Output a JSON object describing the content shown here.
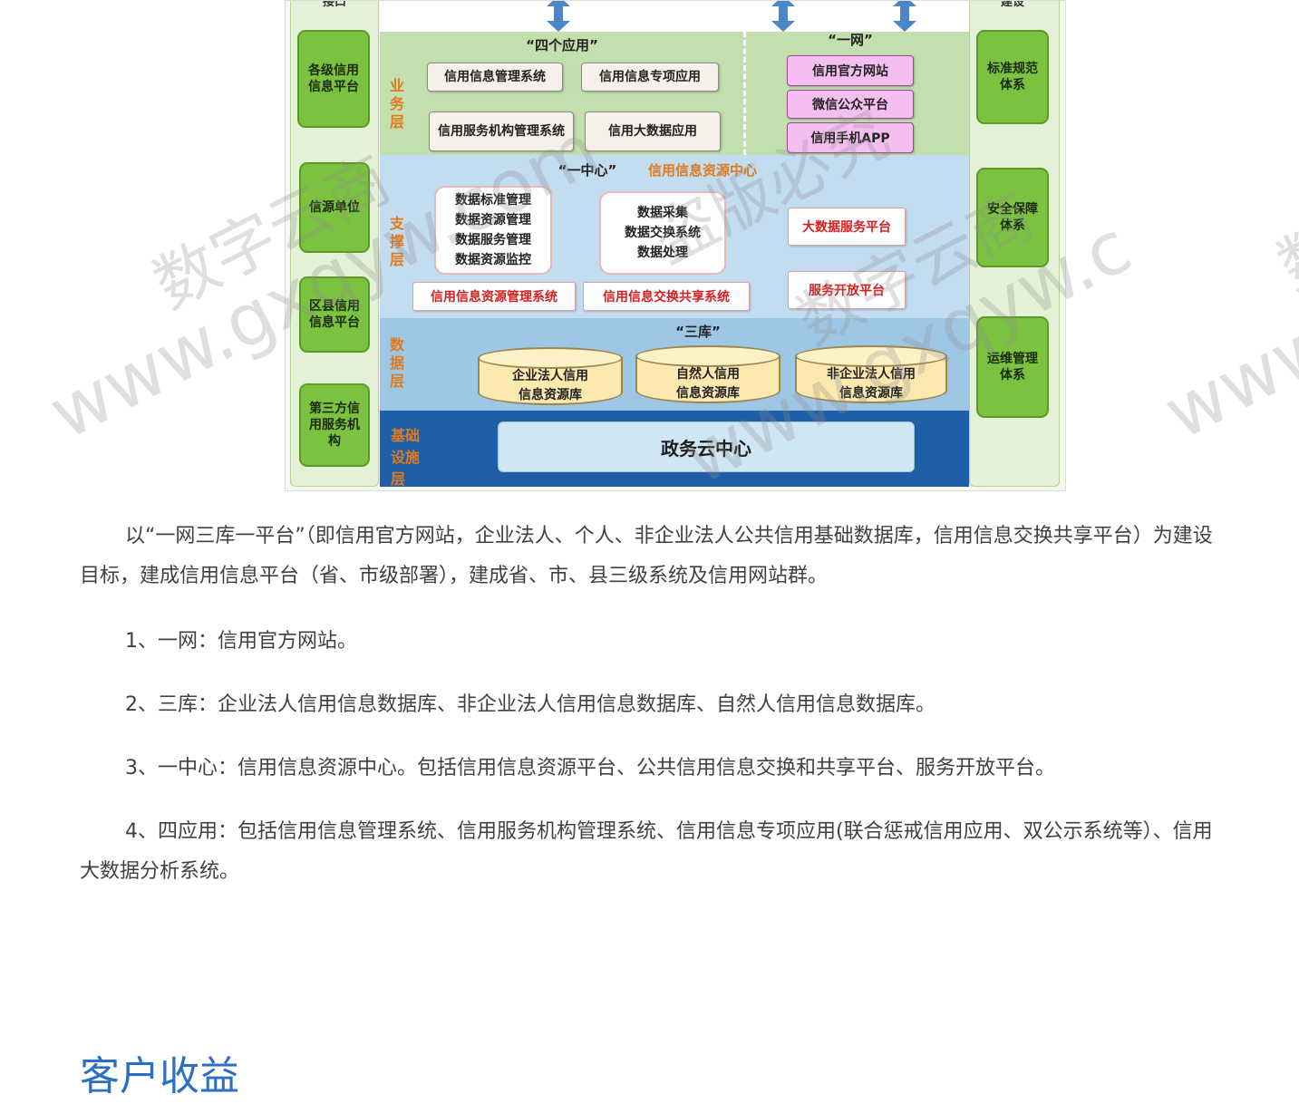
{
  "diagram": {
    "left_col": {
      "top_partial": "接口",
      "boxes": [
        "各级信用信息平台",
        "信源单位",
        "区县信用信息平台",
        "第三方信用服务机构"
      ]
    },
    "right_col": {
      "top_partial": "建设",
      "boxes": [
        "标准规范体系",
        "安全保障体系",
        "运维管理体系"
      ]
    },
    "business": {
      "layer_label": "业务层",
      "apps_title": "“四个应用”",
      "apps": [
        "信用信息管理系统",
        "信用信息专项应用",
        "信用服务机构管理系统",
        "信用大数据应用"
      ],
      "net_title": "“一网”",
      "net_items": [
        "信用官方网站",
        "微信公众平台",
        "信用手机APP"
      ]
    },
    "support": {
      "layer_label": "支撑层",
      "title": "“一中心”",
      "subtitle": "信用信息资源中心",
      "box1": [
        "数据标准管理",
        "数据资源管理",
        "数据服务管理",
        "数据资源监控"
      ],
      "box2": [
        "数据采集",
        "数据交换系统",
        "数据处理"
      ],
      "red_left": "信用信息资源管理系统",
      "red_mid": "信用信息交换共享系统",
      "red_right1": "大数据服务平台",
      "red_right2": "服务开放平台"
    },
    "data": {
      "layer_label": "数据层",
      "title": "“三库”",
      "dbs": [
        [
          "企业法人信用",
          "信息资源库"
        ],
        [
          "自然人信用",
          "信息资源库"
        ],
        [
          "非企业法人信用",
          "信息资源库"
        ]
      ]
    },
    "infra": {
      "layer_label": "基础设施层",
      "cloud": "政务云中心"
    }
  },
  "watermarks": [
    "数字云商",
    "www.gxqyw.com",
    "盗版必究",
    "数字云商",
    "www.gxqyw.c",
    "数",
    "www."
  ],
  "paragraphs": [
    "以“一网三库一平台”（即信用官方网站，企业法人、个人、非企业法人公共信用基础数据库，信用信息交换共享平台）为建设目标，建成信用信息平台（省、市级部署），建成省、市、县三级系统及信用网站群。",
    "1、一网：信用官方网站。",
    "2、三库：企业法人信用信息数据库、非企业法人信用信息数据库、自然人信用信息数据库。",
    "3、一中心：信用信息资源中心。包括信用信息资源平台、公共信用信息交换和共享平台、服务开放平台。",
    "4、四应用：包括信用信息管理系统、信用服务机构管理系统、信用信息专项应用(联合惩戒信用应用、双公示系统等）、信用大数据分析系统。"
  ],
  "heading": "客户收益"
}
